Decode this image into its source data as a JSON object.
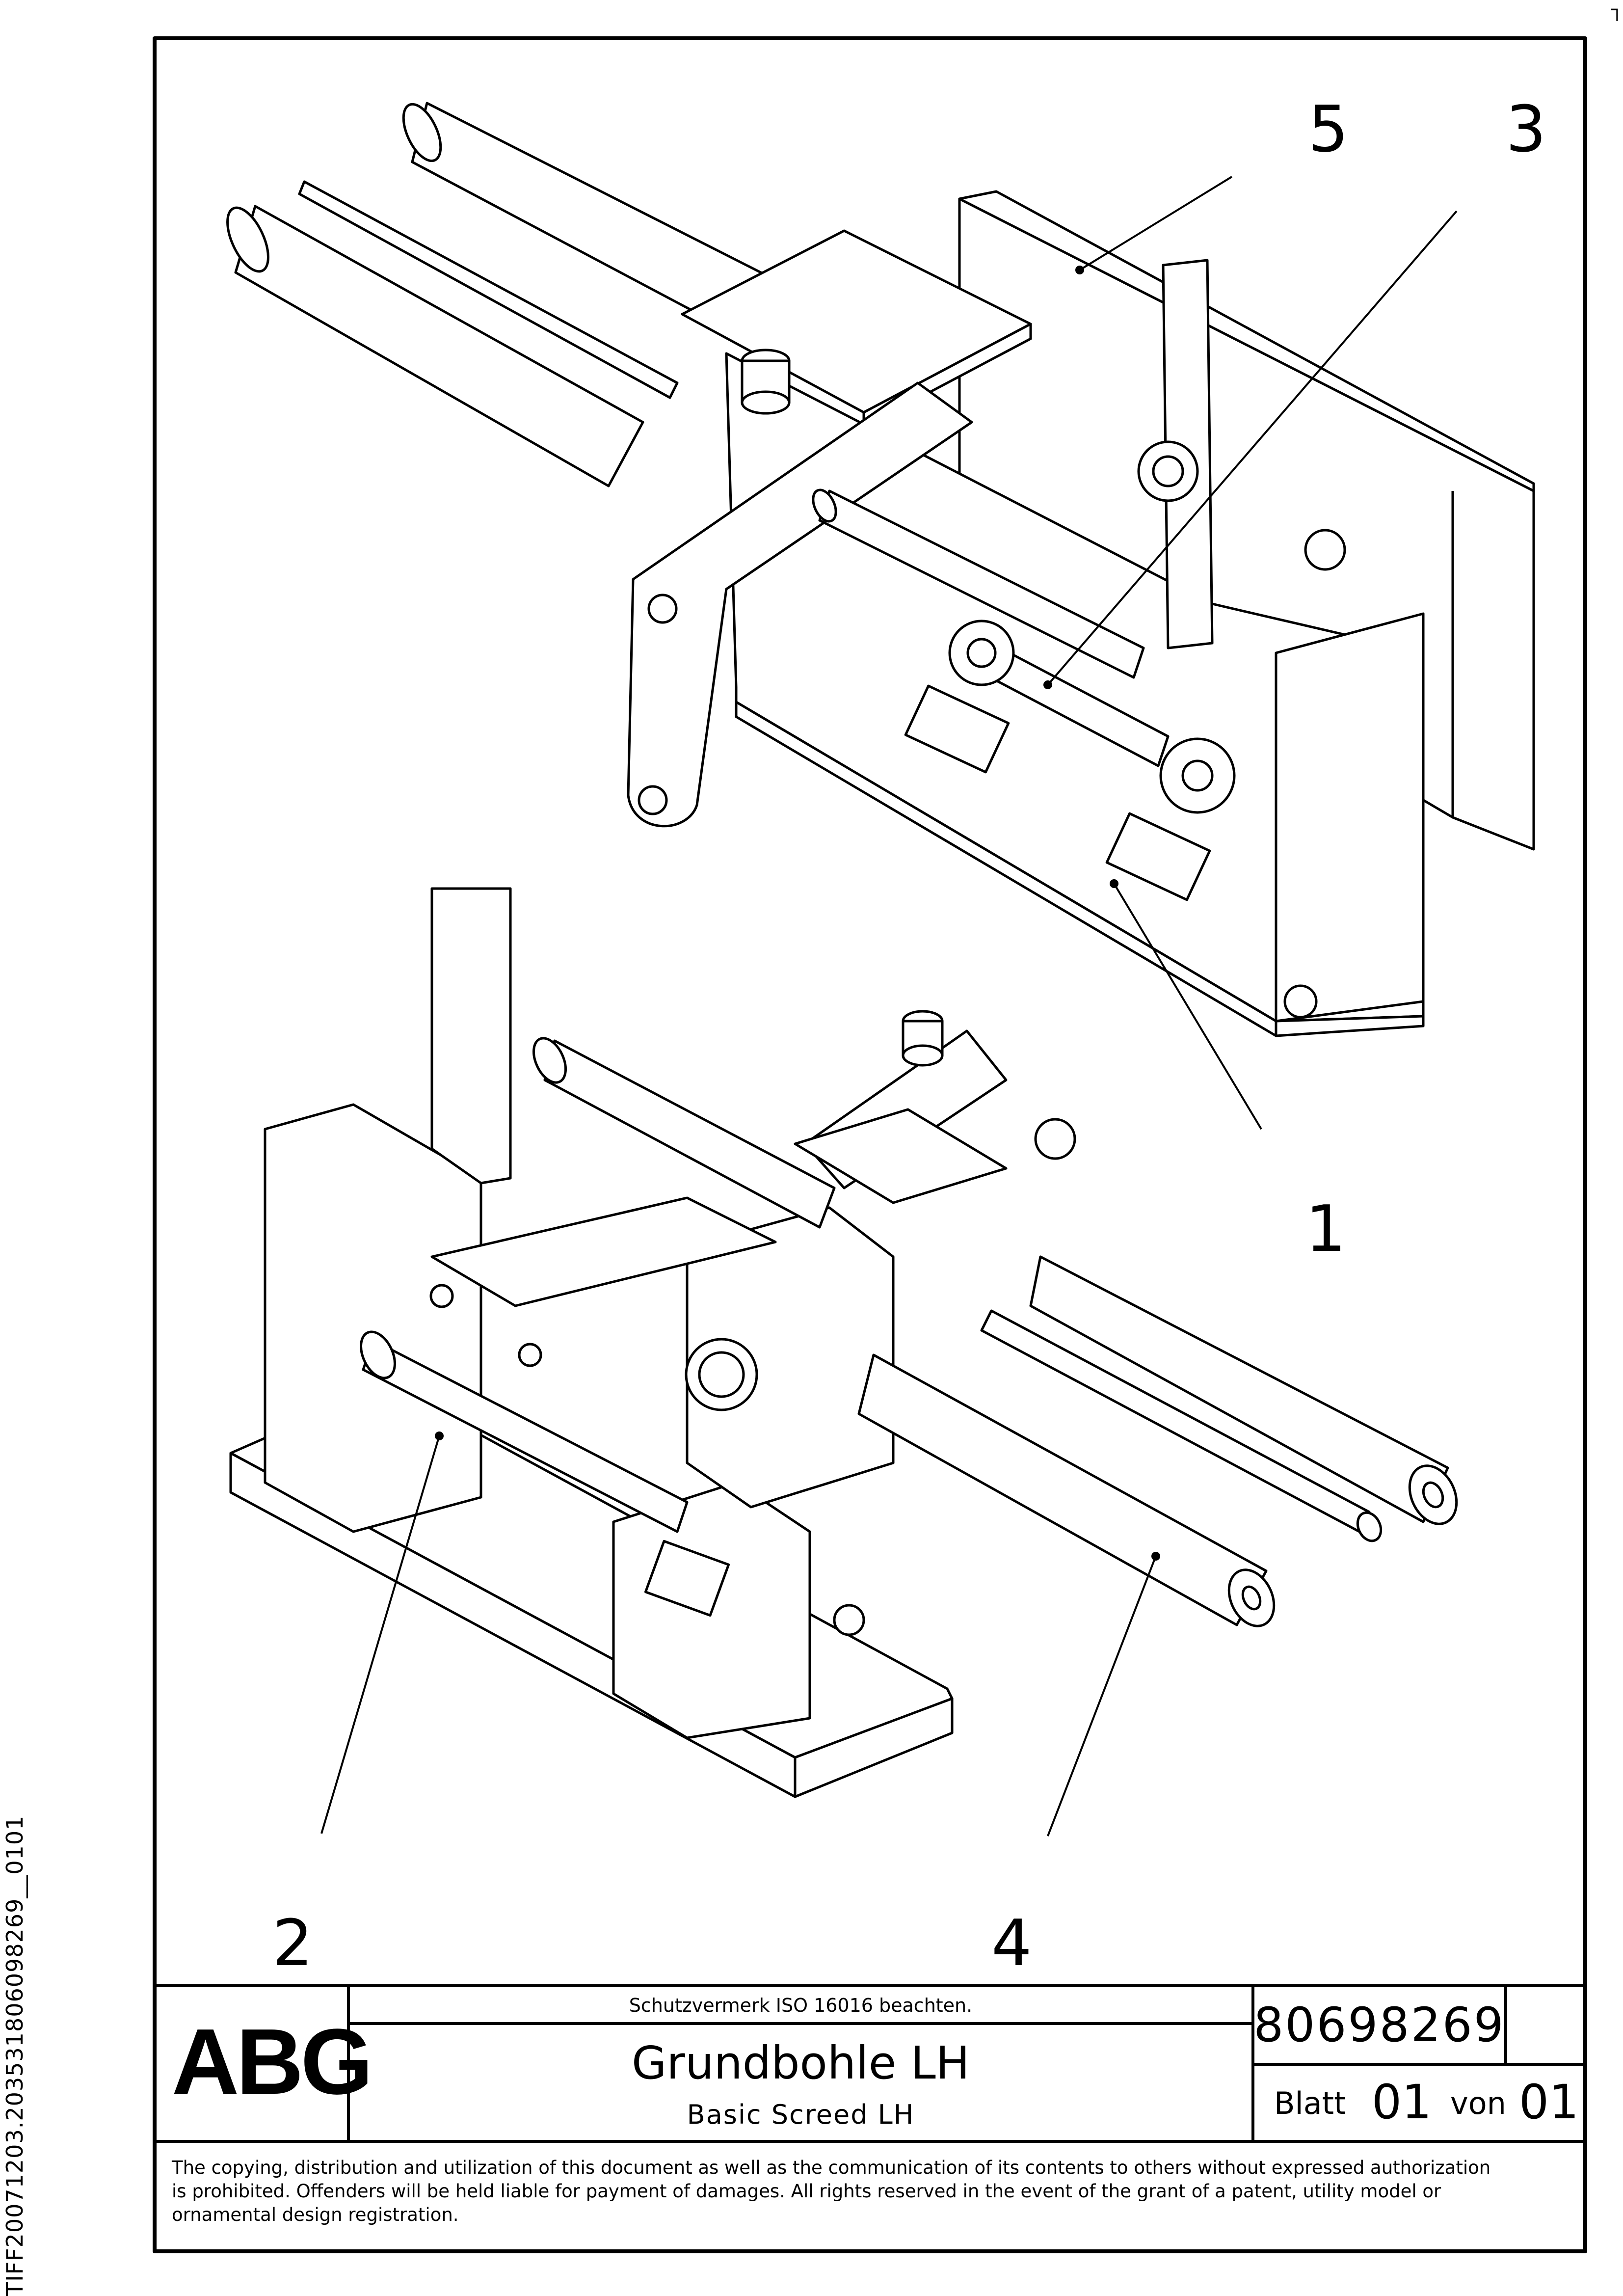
{
  "side_identifier": "TIFF20071203.203531806098269__0101",
  "callouts": [
    "5",
    "3",
    "1",
    "2",
    "4"
  ],
  "title_block": {
    "logo": "ABG",
    "protection_note": "Schutzvermerk ISO 16016 beachten.",
    "title_de": "Grundbohle LH",
    "title_en": "Basic Screed LH",
    "drawing_number": "80698269",
    "sheet_label": "Blatt",
    "sheet_number": "01",
    "of_label": "von",
    "sheet_total": "01",
    "copyright": [
      "The copying, distribution and utilization of this document as well as the communication of its contents to others without expressed authorization",
      "is prohibited. Offenders will be held liable for payment of damages. All rights reserved in the event of the grant of a patent, utility model or",
      "ornamental design registration."
    ]
  }
}
